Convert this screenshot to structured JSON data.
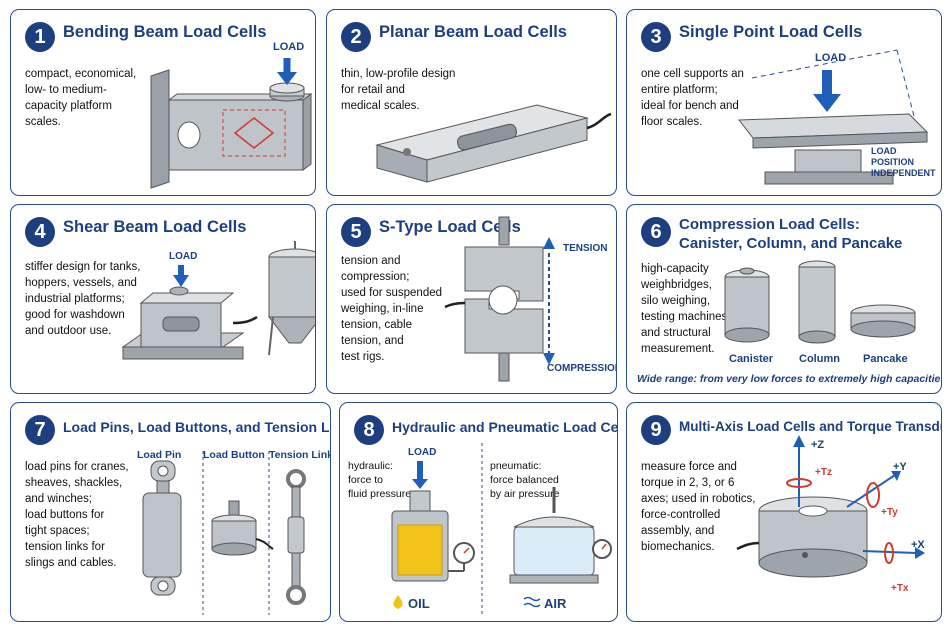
{
  "panels": [
    {
      "number": "1",
      "title": "Bending Beam Load Cells",
      "desc": "compact, economical,\nlow- to medium-\ncapacity platform\nscales.",
      "label": "LOAD"
    },
    {
      "number": "2",
      "title": "Planar Beam Load Cells",
      "desc": "thin, low-profile design\nfor retail and\nmedical scales."
    },
    {
      "number": "3",
      "title": "Single Point Load Cells",
      "desc": "one cell supports an\nentire platform;\nideal for bench and\nfloor scales.",
      "label": "LOAD",
      "note": "LOAD POSITION\nINDEPENDENT"
    },
    {
      "number": "4",
      "title": "Shear Beam Load Cells",
      "desc": "stiffer design for tanks,\nhoppers, vessels, and\nindustrial platforms;\ngood for washdown\nand outdoor use.",
      "label": "LOAD"
    },
    {
      "number": "5",
      "title": "S-Type Load Cells",
      "desc": "tension and\ncompression;\nused for suspended\nweighing, in-line\ntension, cable\ntension, and\ntest rigs.",
      "tension": "TENSION",
      "compression": "COMPRESSION"
    },
    {
      "number": "6",
      "title": "Compression Load Cells:\nCanister, Column, and Pancake",
      "desc": "high-capacity\nweighbridges,\nsilo weighing,\ntesting machines,\nand structural\nmeasurement.",
      "captions": [
        "Canister",
        "Column",
        "Pancake"
      ],
      "note": "Wide range: from very low forces to extremely high capacities."
    },
    {
      "number": "7",
      "title": "Load Pins, Load Buttons, and Tension Links",
      "desc": "load pins for cranes,\nsheaves, shackles,\nand winches;\nload buttons for\ntight spaces;\ntension links for\nslings and cables.",
      "captions": [
        "Load Pin",
        "Load Button",
        "Tension Link"
      ]
    },
    {
      "number": "8",
      "title": "Hydraulic and Pneumatic Load Cells",
      "hydraulic": "hydraulic:\nforce to\nfluid pressure",
      "pneumatic": "pneumatic:\nforce balanced\nby air pressure",
      "label": "LOAD",
      "oil": "OIL",
      "air": "AIR"
    },
    {
      "number": "9",
      "title": "Multi-Axis Load Cells and Torque Transducers",
      "desc": "measure force and\ntorque in 2, 3, or 6\naxes; used in robotics,\nforce-controlled\nassembly, and\nbiomechanics.",
      "axes": [
        "+Z",
        "+Tz",
        "+Y",
        "+Ty",
        "+X",
        "+Tx"
      ]
    }
  ],
  "colors": {
    "accent": "#1d3f80",
    "arrow": "#1f5fb8",
    "red": "#d23a2e",
    "oil": "#f2c318",
    "metal": "#b9bec5"
  }
}
